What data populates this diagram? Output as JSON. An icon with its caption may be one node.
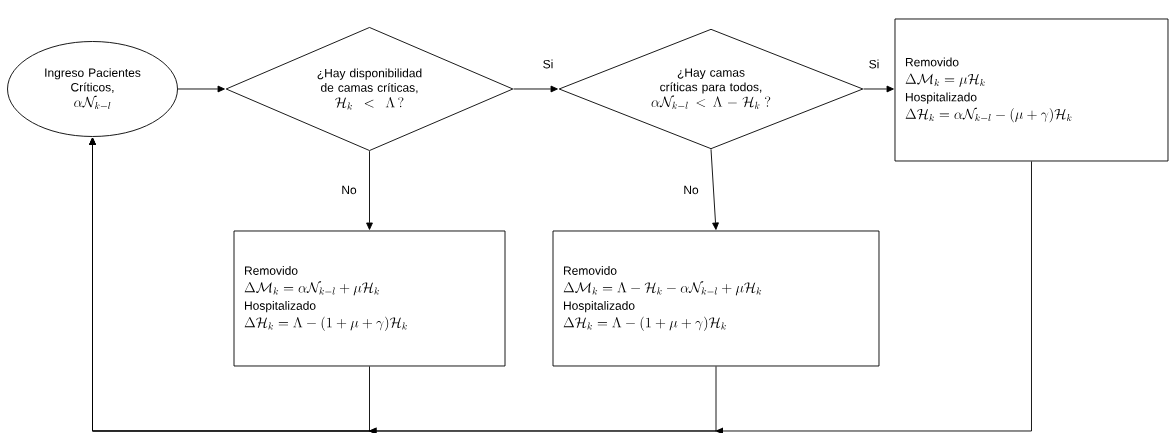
{
  "diagram": {
    "nodes": [
      {
        "text": [
          "Ingreso Pacientes Críticos,",
          "\\alpha\\mathcal{N}_{k-l}"
        ]
      },
      {
        "text": [
          "¿Hay disponibilidad de camas críticas,",
          "\\mathcal{H}_k < \\Lambda\\,?"
        ]
      },
      {
        "text": [
          "¿Hay camas críticas para todos,",
          "\\alpha\\mathcal{N}_{k-l} < \\Lambda - \\mathcal{H}_k\\ ?"
        ]
      },
      {
        "text": [
          "Removido",
          "\\Delta\\mathcal{M}_k = \\mu\\mathcal{H}_k",
          "Hospitalizado",
          "\\Delta\\mathcal{H}_k = \\alpha\\mathcal{N}_{k-l} - (\\mu+\\gamma)\\mathcal{H}_k"
        ]
      },
      {
        "text": [
          "Removido",
          "\\Delta\\mathcal{M}_k = \\alpha\\mathcal{N}_{k-l} + \\mu\\mathcal{H}_k",
          "Hospitalizado",
          "\\Delta\\mathcal{H}_k = \\Lambda - (1+\\mu+\\gamma)\\mathcal{H}_k"
        ]
      },
      {
        "text": [
          "Removido",
          "\\Delta\\mathcal{M}_k = \\Lambda - \\mathcal{H}_k - \\alpha\\mathcal{N}_{k-l} + \\mu\\mathcal{H}_k",
          "Hospitalizado",
          "\\Delta\\mathcal{H}_k = \\Lambda - (1+\\mu+\\gamma)\\mathcal{H}_k"
        ]
      }
    ],
    "edges": [
      {
        "from": 0,
        "to": 1,
        "arrow": "to"
      },
      {
        "from": 1,
        "to": 2,
        "arrow": "to",
        "label": "Si"
      },
      {
        "from": 2,
        "to": 3,
        "arrow": "to",
        "label": "Si"
      },
      {
        "from": 1,
        "to": 4,
        "arrow": "to",
        "label": "No"
      },
      {
        "from": 2,
        "to": 5,
        "arrow": "to",
        "label": "No"
      },
      {
        "from": 3,
        "to": 0,
        "arrow": "to"
      },
      {
        "from": 4,
        "to": 0,
        "arrow": "to"
      },
      {
        "from": 5,
        "to": 0,
        "arrow": "to"
      }
    ]
  }
}
